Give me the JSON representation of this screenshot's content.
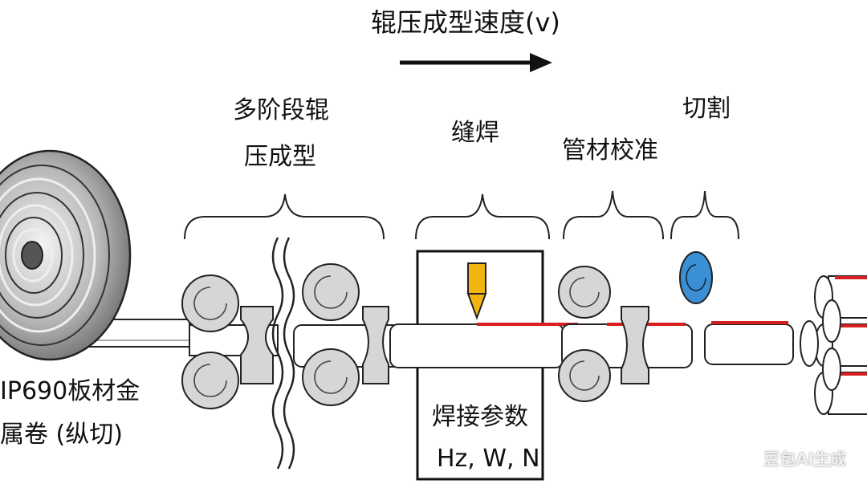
{
  "title": "辊压成型速度(v)",
  "stages": {
    "forming": [
      "多阶段辊",
      "压成型"
    ],
    "welding": "缝焊",
    "sizing": "管材校准",
    "cutting": "切割"
  },
  "coil": [
    "IP690板材金",
    "属卷 (纵切)"
  ],
  "weld_params": [
    "焊接参数",
    "Hz, W, N"
  ],
  "watermark": "豆包AI生成",
  "colors": {
    "weld_seam": "#d81f1f",
    "torch": "#f2b50f",
    "cutter": "#3b8fd4",
    "roller": "#d6d6d6"
  }
}
